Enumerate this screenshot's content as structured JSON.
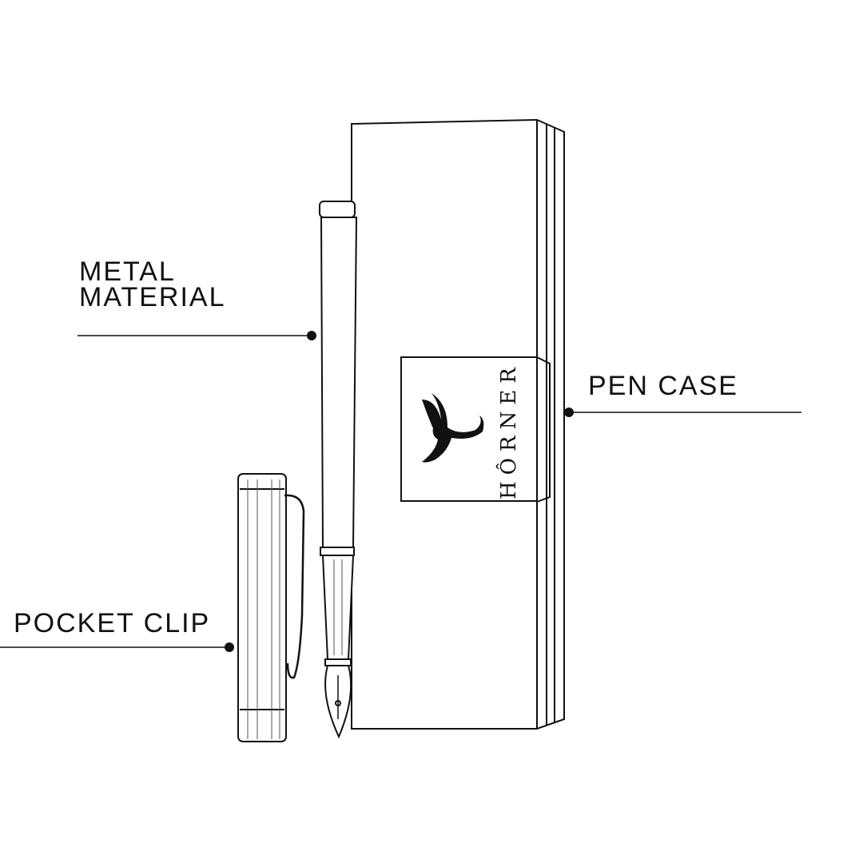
{
  "labels": {
    "metal_material_line1": "METAL",
    "metal_material_line2": "MATERIAL",
    "pen_case": "PEN CASE",
    "pocket_clip": "POCKET CLIP"
  },
  "brand": {
    "name": "HÔRNER"
  },
  "colors": {
    "ink": "#111111",
    "background": "#ffffff"
  }
}
